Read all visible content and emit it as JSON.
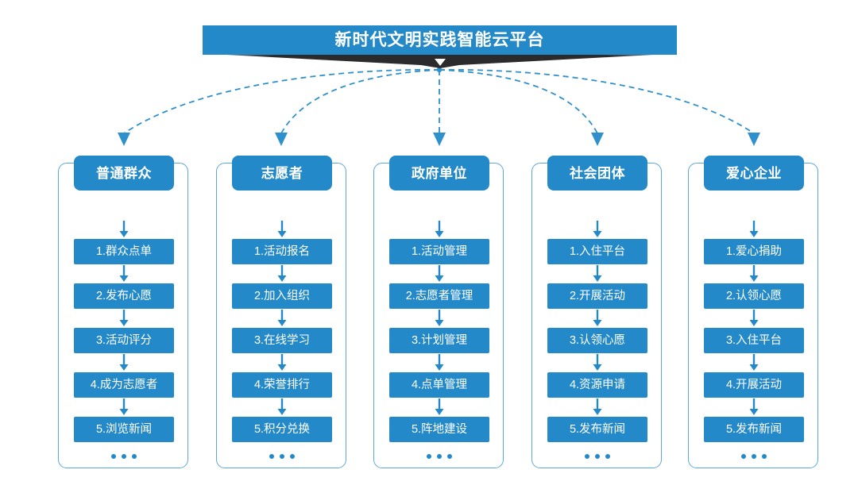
{
  "header": {
    "title": "新时代文明实践智能云平台"
  },
  "theme": {
    "primary_blue": "#2489c8",
    "outline_blue": "#5aa9da",
    "shadow_dark": "#333333",
    "background": "#ffffff",
    "text_on_blue": "#ffffff"
  },
  "ellipsis_label": "...",
  "columns": [
    {
      "name": "普通群众",
      "items": [
        "1.群众点单",
        "2.发布心愿",
        "3.活动评分",
        "4.成为志愿者",
        "5.浏览新闻"
      ]
    },
    {
      "name": "志愿者",
      "items": [
        "1.活动报名",
        "2.加入组织",
        "3.在线学习",
        "4.荣誉排行",
        "5.积分兑换"
      ]
    },
    {
      "name": "政府单位",
      "items": [
        "1.活动管理",
        "2.志愿者管理",
        "3.计划管理",
        "4.点单管理",
        "5.阵地建设"
      ]
    },
    {
      "name": "社会团体",
      "items": [
        "1.入住平台",
        "2.开展活动",
        "3.认领心愿",
        "4.资源申请",
        "5.发布新闻"
      ]
    },
    {
      "name": "爱心企业",
      "items": [
        "1.爱心捐助",
        "2.认领心愿",
        "3.入住平台",
        "4.开展活动",
        "5.发布新闻"
      ]
    }
  ]
}
